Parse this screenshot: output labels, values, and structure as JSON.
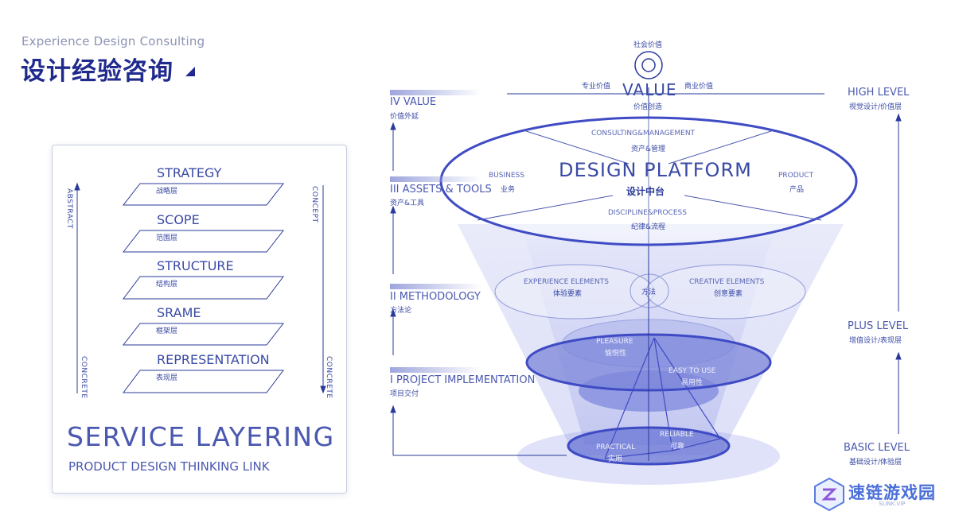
{
  "header": {
    "subtitle_en": "Experience Design Consulting",
    "title_cn": "设计经验咨询"
  },
  "layering": {
    "layers": [
      {
        "en": "STRATEGY",
        "cn": "战略层"
      },
      {
        "en": "SCOPE",
        "cn": "范围层"
      },
      {
        "en": "STRUCTURE",
        "cn": "结构层"
      },
      {
        "en": "SRAME",
        "cn": "框架层"
      },
      {
        "en": "REPRESENTATION",
        "cn": "表现层"
      }
    ],
    "left_top": "ABSTRACT",
    "left_bottom": "CONCRETE",
    "right_top": "CONCEPT",
    "right_bottom": "CONCRETE",
    "title": "SERVICE LAYERING",
    "subtitle": "PRODUCT DESIGN THINKING LINK"
  },
  "value": {
    "social": "社会价值",
    "professional": "专业价值",
    "business": "商业价值",
    "en": "VALUE",
    "cn": "价值创造"
  },
  "stages": [
    {
      "en": "IV VALUE",
      "cn": "价值外延"
    },
    {
      "en": "III ASSETS & TOOLS",
      "cn": "资产&工具"
    },
    {
      "en": "II METHODOLOGY",
      "cn": "方法论"
    },
    {
      "en": "I PROJECT IMPLEMENTATION",
      "cn": "项目交付"
    }
  ],
  "platform": {
    "en": "DESIGN PLATFORM",
    "cn": "设计中台",
    "top_en": "CONSULTING&MANAGEMENT",
    "top_cn": "资产&管理",
    "left_en": "BUSINESS",
    "left_cn": "业务",
    "right_en": "PRODUCT",
    "right_cn": "产品",
    "bottom_en": "DISCIPLINE&PROCESS",
    "bottom_cn": "纪律&流程"
  },
  "method": {
    "left_en": "EXPERIENCE ELEMENTS",
    "left_cn": "体验要素",
    "center": "方法",
    "right_en": "CREATIVE ELEMENTS",
    "right_cn": "创意要素"
  },
  "qualities": {
    "pleasure_en": "PLEASURE",
    "pleasure_cn": "愉悦性",
    "easy_en": "EASY TO USE",
    "easy_cn": "易用性",
    "practical_en": "PRACTICAL",
    "practical_cn": "实用",
    "reliable_en": "RELIABLE",
    "reliable_cn": "可靠"
  },
  "levels": [
    {
      "en": "HIGH LEVEL",
      "cn": "视觉设计/价值层"
    },
    {
      "en": "PLUS LEVEL",
      "cn": "增值设计/表现层"
    },
    {
      "en": "BASIC LEVEL",
      "cn": "基础设计/体验层"
    }
  ],
  "watermark": {
    "name": "速链游戏园",
    "sub": "SLINK.VIP"
  },
  "colors": {
    "primary": "#2a3a9a",
    "accent": "#3f4bc4",
    "light": "#a9b0e8"
  }
}
